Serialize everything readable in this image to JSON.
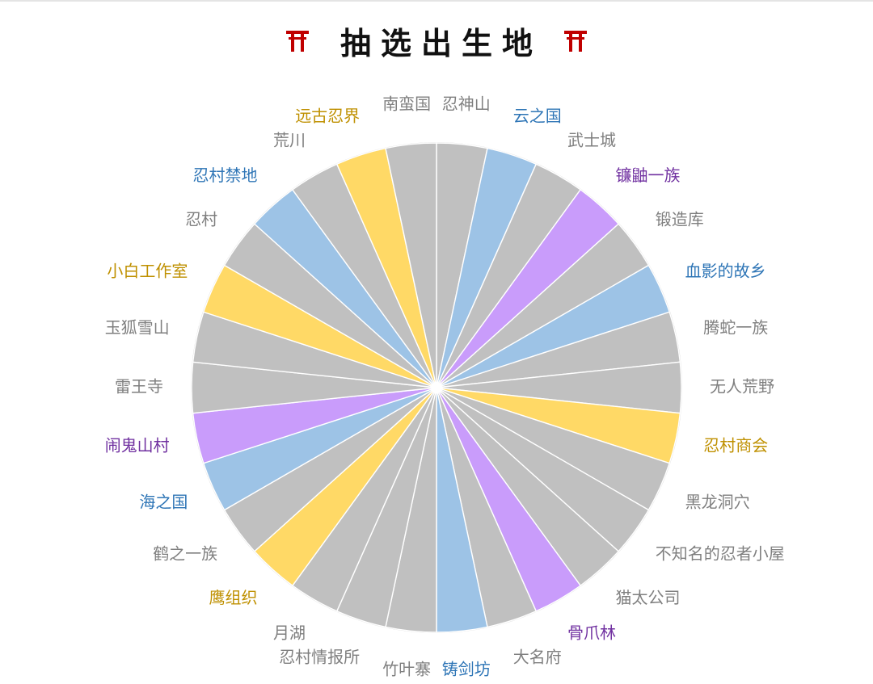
{
  "title": "抽选出生地",
  "icons": {
    "left": "torii-gate-icon",
    "right": "torii-gate-icon"
  },
  "colors": {
    "gray": "#c0c0c0",
    "yellow": "#ffd966",
    "blue": "#9dc3e6",
    "purple": "#c99cfb",
    "separator": "#ffffff",
    "rim": "#d9d9d9"
  },
  "label_colors": {
    "gray": "#7f7f7f",
    "yellow": "#bf9000",
    "blue": "#2e75b6",
    "purple": "#7030a0"
  },
  "chart_data": {
    "type": "pie",
    "title": "抽选出生地",
    "start": "top",
    "direction": "clockwise",
    "equal_slices": true,
    "slices": [
      {
        "label": "忍神山",
        "value": 1,
        "color": "gray"
      },
      {
        "label": "云之国",
        "value": 1,
        "color": "blue"
      },
      {
        "label": "武士城",
        "value": 1,
        "color": "gray"
      },
      {
        "label": "镰鼬一族",
        "value": 1,
        "color": "purple"
      },
      {
        "label": "锻造库",
        "value": 1,
        "color": "gray"
      },
      {
        "label": "血影的故乡",
        "value": 1,
        "color": "blue"
      },
      {
        "label": "腾蛇一族",
        "value": 1,
        "color": "gray"
      },
      {
        "label": "无人荒野",
        "value": 1,
        "color": "gray"
      },
      {
        "label": "忍村商会",
        "value": 1,
        "color": "yellow"
      },
      {
        "label": "黑龙洞穴",
        "value": 1,
        "color": "gray"
      },
      {
        "label": "不知名的忍者小屋",
        "value": 1,
        "color": "gray"
      },
      {
        "label": "猫太公司",
        "value": 1,
        "color": "gray"
      },
      {
        "label": "骨爪林",
        "value": 1,
        "color": "purple"
      },
      {
        "label": "大名府",
        "value": 1,
        "color": "gray"
      },
      {
        "label": "铸剑坊",
        "value": 1,
        "color": "blue"
      },
      {
        "label": "竹叶寨",
        "value": 1,
        "color": "gray"
      },
      {
        "label": "忍村情报所",
        "value": 1,
        "color": "gray"
      },
      {
        "label": "月湖",
        "value": 1,
        "color": "gray"
      },
      {
        "label": "鹰组织",
        "value": 1,
        "color": "yellow"
      },
      {
        "label": "鹤之一族",
        "value": 1,
        "color": "gray"
      },
      {
        "label": "海之国",
        "value": 1,
        "color": "blue"
      },
      {
        "label": "闹鬼山村",
        "value": 1,
        "color": "purple"
      },
      {
        "label": "雷王寺",
        "value": 1,
        "color": "gray"
      },
      {
        "label": "玉狐雪山",
        "value": 1,
        "color": "gray"
      },
      {
        "label": "小白工作室",
        "value": 1,
        "color": "yellow"
      },
      {
        "label": "忍村",
        "value": 1,
        "color": "gray"
      },
      {
        "label": "忍村禁地",
        "value": 1,
        "color": "blue"
      },
      {
        "label": "荒川",
        "value": 1,
        "color": "gray"
      },
      {
        "label": "远古忍界",
        "value": 1,
        "color": "yellow"
      },
      {
        "label": "南蛮国",
        "value": 1,
        "color": "gray"
      }
    ]
  }
}
